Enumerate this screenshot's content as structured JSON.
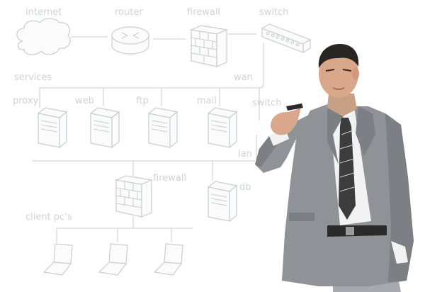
{
  "diagram": {
    "labels": {
      "internet": "internet",
      "router": "router",
      "firewall_top": "firewall",
      "switch_top": "switch",
      "services": "services",
      "wan": "wan",
      "proxy": "proxy",
      "web": "web",
      "ftp": "ftp",
      "mail": "mail",
      "switch_mid": "switch",
      "lan": "lan",
      "firewall_mid": "firewall",
      "db": "db",
      "client_pcs": "client pc's"
    }
  },
  "photo": {
    "subject": "businessman in grey suit drawing network diagram with marker",
    "colors": {
      "suit": "#8f9296",
      "tie": "#3c3c3c",
      "shirt": "#f2f2f2",
      "skin": "#d9a88b",
      "hair": "#2a2522",
      "background": "#ffffff",
      "diagram_lines": "#d4d8dc"
    }
  }
}
